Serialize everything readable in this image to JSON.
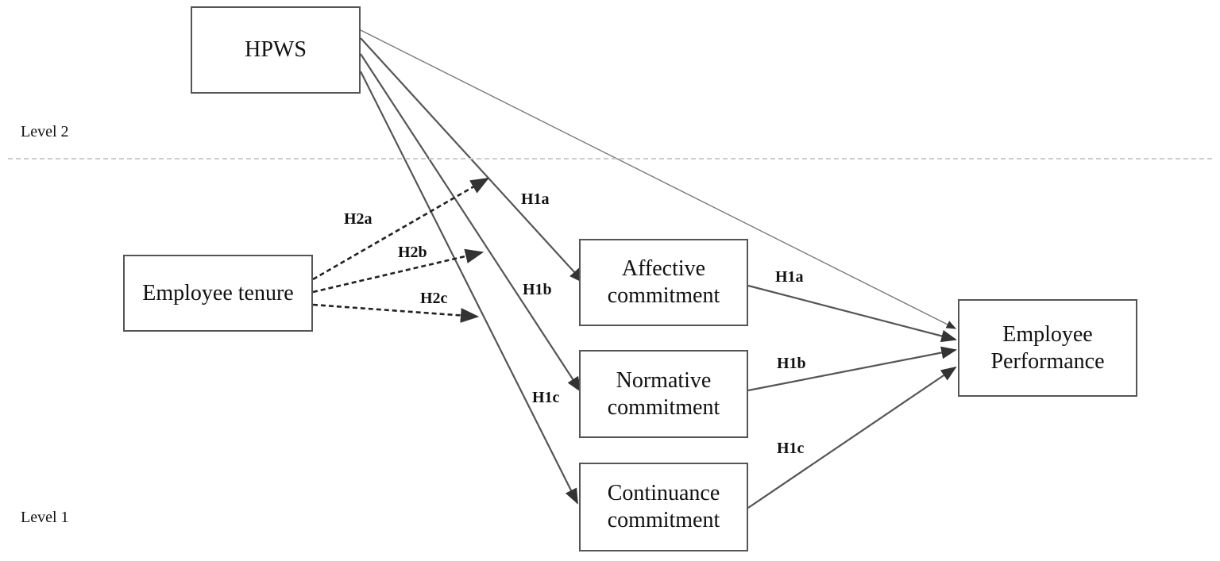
{
  "levels": {
    "level2": "Level 2",
    "level1": "Level 1"
  },
  "nodes": {
    "hpws": "HPWS",
    "tenure": "Employee tenure",
    "affective": [
      "Affective",
      "commitment"
    ],
    "normative": [
      "Normative",
      "commitment"
    ],
    "continuance": [
      "Continuance",
      "commitment"
    ],
    "performance": [
      "Employee",
      "Performance"
    ]
  },
  "labels": {
    "h1a_left": "H1a",
    "h1b_left": "H1b",
    "h1c_left": "H1c",
    "h1a_right": "H1a",
    "h1b_right": "H1b",
    "h1c_right": "H1c",
    "h2a": "H2a",
    "h2b": "H2b",
    "h2c": "H2c"
  },
  "colors": {
    "line": "#555555",
    "dashed": "#222222",
    "divider": "#cccccc"
  }
}
